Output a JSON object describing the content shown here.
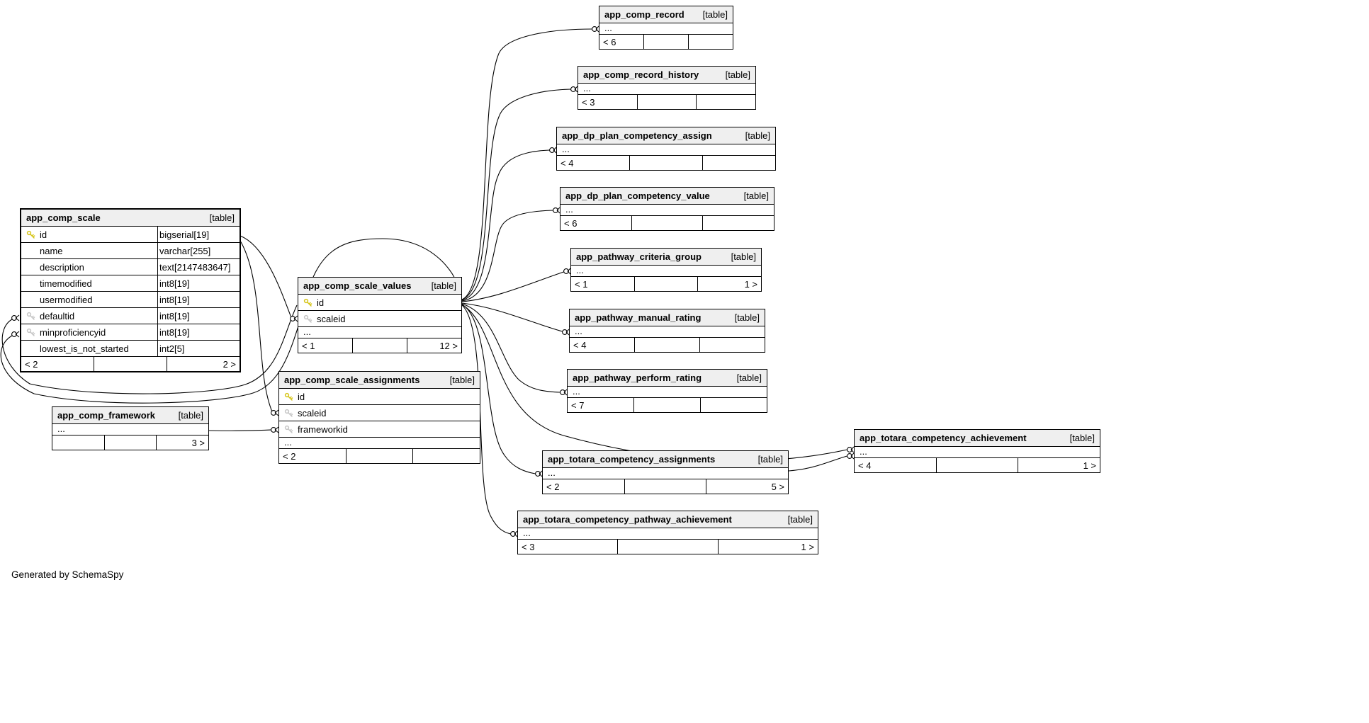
{
  "generator_note": "Generated by SchemaSpy",
  "tag_label": "[table]",
  "ellipsis": "...",
  "colors": {
    "primary_key_icon": "#d6c51a",
    "foreign_key_icon": "#c6c6c6",
    "header_background": "#efefef",
    "line": "#000000"
  },
  "tables": {
    "app_comp_scale": {
      "name": "app_comp_scale",
      "columns": [
        {
          "icon": "primary-key",
          "name": "id",
          "type": "bigserial[19]"
        },
        {
          "icon": "",
          "name": "name",
          "type": "varchar[255]"
        },
        {
          "icon": "",
          "name": "description",
          "type": "text[2147483647]"
        },
        {
          "icon": "",
          "name": "timemodified",
          "type": "int8[19]"
        },
        {
          "icon": "",
          "name": "usermodified",
          "type": "int8[19]"
        },
        {
          "icon": "foreign-key",
          "name": "defaultid",
          "type": "int8[19]"
        },
        {
          "icon": "foreign-key",
          "name": "minproficiencyid",
          "type": "int8[19]"
        },
        {
          "icon": "",
          "name": "lowest_is_not_started",
          "type": "int2[5]"
        }
      ],
      "footer_left": "< 2",
      "footer_right": "2 >"
    },
    "app_comp_scale_values": {
      "name": "app_comp_scale_values",
      "columns": [
        {
          "icon": "primary-key",
          "name": "id"
        },
        {
          "icon": "foreign-key",
          "name": "scaleid"
        }
      ],
      "footer_left": "< 1",
      "footer_right": "12 >"
    },
    "app_comp_scale_assignments": {
      "name": "app_comp_scale_assignments",
      "columns": [
        {
          "icon": "primary-key",
          "name": "id"
        },
        {
          "icon": "foreign-key",
          "name": "scaleid"
        },
        {
          "icon": "foreign-key",
          "name": "frameworkid"
        }
      ],
      "footer_left": "< 2",
      "footer_right": ""
    },
    "app_comp_framework": {
      "name": "app_comp_framework",
      "footer_left": "",
      "footer_right": "3 >"
    },
    "app_comp_record": {
      "name": "app_comp_record",
      "footer_left": "< 6",
      "footer_right": ""
    },
    "app_comp_record_history": {
      "name": "app_comp_record_history",
      "footer_left": "< 3",
      "footer_right": ""
    },
    "app_dp_plan_competency_assign": {
      "name": "app_dp_plan_competency_assign",
      "footer_left": "< 4",
      "footer_right": ""
    },
    "app_dp_plan_competency_value": {
      "name": "app_dp_plan_competency_value",
      "footer_left": "< 6",
      "footer_right": ""
    },
    "app_pathway_criteria_group": {
      "name": "app_pathway_criteria_group",
      "footer_left": "< 1",
      "footer_right": "1 >"
    },
    "app_pathway_manual_rating": {
      "name": "app_pathway_manual_rating",
      "footer_left": "< 4",
      "footer_right": ""
    },
    "app_pathway_perform_rating": {
      "name": "app_pathway_perform_rating",
      "footer_left": "< 7",
      "footer_right": ""
    },
    "app_totara_competency_assignments": {
      "name": "app_totara_competency_assignments",
      "footer_left": "< 2",
      "footer_right": "5 >"
    },
    "app_totara_competency_achievement": {
      "name": "app_totara_competency_achievement",
      "footer_left": "< 4",
      "footer_right": "1 >"
    },
    "app_totara_competency_pathway_achievement": {
      "name": "app_totara_competency_pathway_achievement",
      "footer_left": "< 3",
      "footer_right": "1 >"
    }
  }
}
